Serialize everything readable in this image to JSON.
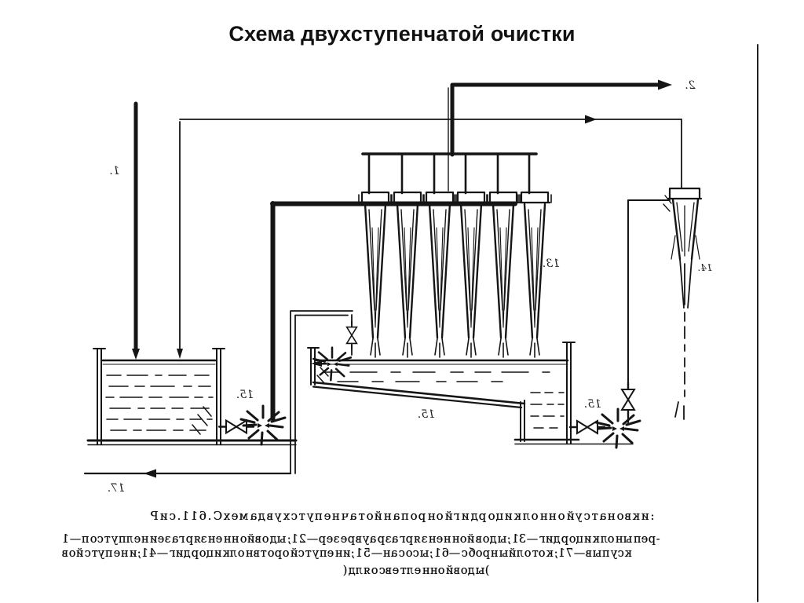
{
  "slide": {
    "title": "Схема двухступенчатой очистки"
  },
  "diagram": {
    "labels": {
      "feed_pipes": "1.",
      "clean_water_outlet": "2.",
      "cyclones_stage1": "13.",
      "cyclone_stage2": "14.",
      "pump_left": "15.",
      "settling_tank": "15.",
      "pump_right": "15.",
      "sludge_drain": "17."
    }
  },
  "caption": {
    "line1": "Рис. 116. Схема двухступенчатой напорной гидроциклонной установки:",
    "line2": "1 — поступление загрязненной воды; 12 — резервуар загрязненной воды; 13 — гидроциклоны пер-",
    "line3": "вой ступени; 14 — гидроциклон второй ступени; 15 — насосы; 16 — сборный лоток; 17 — выпуск",
    "line4": "(для осветленной воды)"
  }
}
